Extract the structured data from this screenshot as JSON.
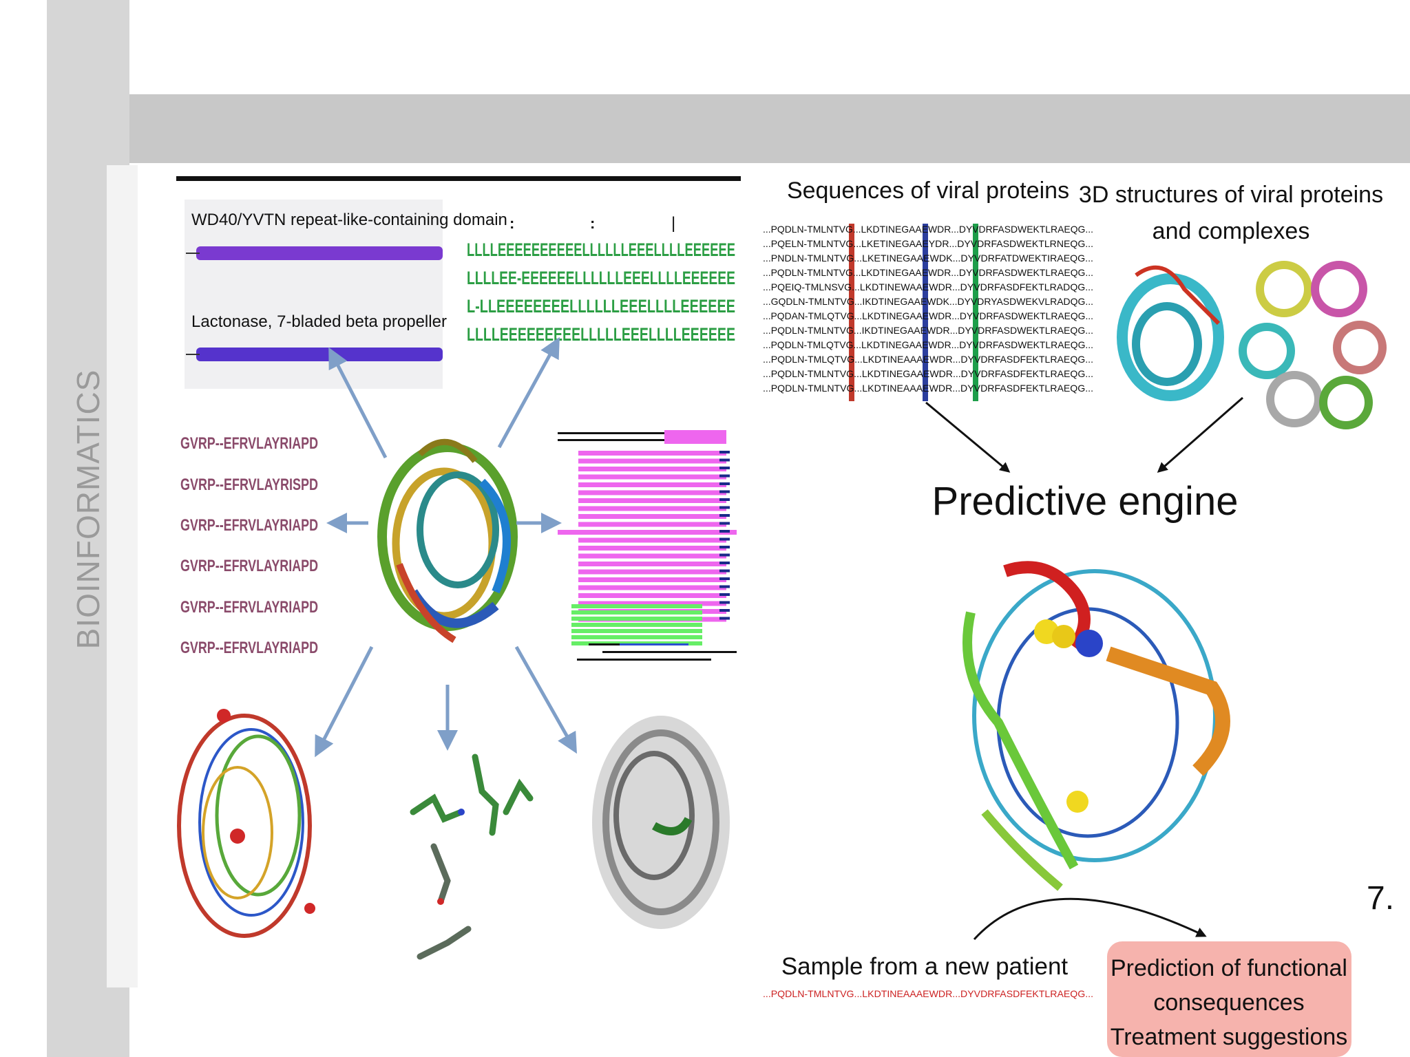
{
  "sidebar": {
    "label": "BIOINFORMATICS"
  },
  "page_number": "7.",
  "left_figure": {
    "domain_labels": [
      "WD40/YVTN repeat-like-containing domain",
      "Lactonase, 7-bladed beta propeller"
    ],
    "ss_rows": [
      "LLLLEEEEEEEEEELLLLLLEEELLLLEEEEEE",
      "LLLLEE-EEEEEELLLLLLEEELLLLEEEEEE",
      "L-LLEEEEEEEELLLLLLEEELLLLEEEEEE",
      "LLLLEEEEEEEEELLLLLEEELLLLEEEEEE"
    ],
    "conservation_marks": [
      ":",
      ":",
      "|"
    ],
    "motif_rows": [
      "GVRP--EFRVLAYRIAPD",
      "GVRP--EFRVLAYRISPD",
      "GVRP--EFRVLAYRIAPD",
      "GVRP--EFRVLAYRIAPD",
      "GVRP--EFRVLAYRIAPD",
      "GVRP--EFRVLAYRIAPD"
    ]
  },
  "right_figure": {
    "sequences_title": "Sequences of viral proteins",
    "structures_title": [
      "3D structures of viral proteins",
      "and complexes"
    ],
    "alignment_rows": [
      "...PQDLN-TMLNTVG...LKDTINEGAAEWDR...DYVDRFASDWEKTLRAEQG...",
      "...PQELN-TMLNTVG...LKETINEGAAEYDR...DYVDRFASDWEKTLRNEQG...",
      "...PNDLN-TMLNTVG...LKETINEGAAEWDK...DYVDRFATDWEKTIRAEQG...",
      "...PQDLN-TMLNTVG...LKDTINEGAAEWDR...DYVDRFASDWEKTLRAEQG...",
      "...PQEIQ-TMLNSVG...LKDTINEWAAEWDR...DYVDRFASDFEKTLRADQG...",
      "...GQDLN-TMLNTVG...IKDTINEGAAEWDK...DYVDRYASDWEKVLRADQG...",
      "...PQDAN-TMLQTVG...LKDTINEGAAEWDR...DYVDRFASDWEKTLRAEQG...",
      "...PQDLN-TMLNTVG...IKDTINEGAAEWDR...DYVDRFASDWEKTLRAEQG...",
      "...PQDLN-TMLQTVG...LKDTINEGAAEWDR...DYVDRFASDWEKTLRAEQG...",
      "...PQDLN-TMLQTVG...LKDTINEAAAEWDR...DYVDRFASDFEKTLRAEQG...",
      "...PQDLN-TMLNTVG...LKDTINEGAAEWDR...DYVDRFASDFEKTLRAEQG...",
      "...PQDLN-TMLNTVG...LKDTINEAAAEWDR...DYVDRFASDFEKTLRAEQG..."
    ],
    "engine_label": "Predictive engine",
    "patient_label": "Sample from a new patient",
    "patient_sequence": "...PQDLN-TMLNTVG...LKDTINEAAAEWDR...DYVDRFASDFEKTLRAEQG...",
    "prediction_lines": [
      "Prediction of functional",
      "consequences",
      "Treatment suggestions"
    ]
  },
  "colors": {
    "sidebar": "#d6d6d6",
    "header_band": "#c8c8c8",
    "ss_green": "#55cc33",
    "ss_blue": "#3344cc",
    "domain_bar": "#7a3ad0",
    "arrow_blue": "#7f9fc8",
    "prediction_box": "#f6b3ad",
    "red_col": "#c0392b",
    "blue_col": "#2c3e9e",
    "green_col": "#1e9e4a"
  }
}
